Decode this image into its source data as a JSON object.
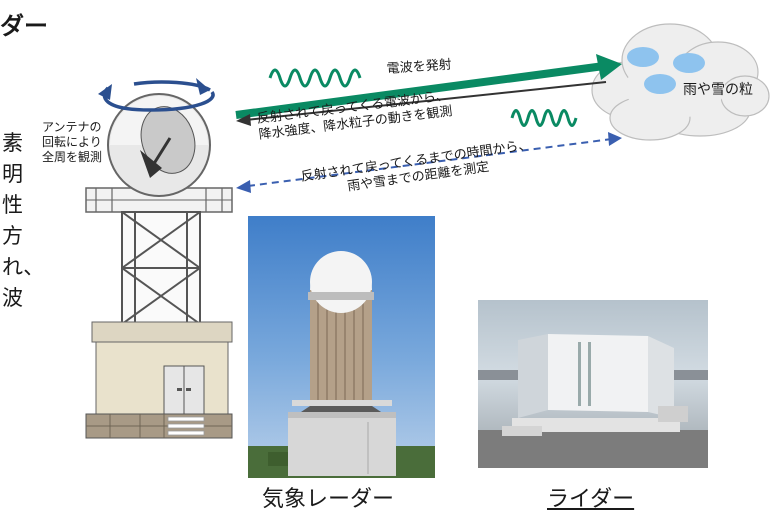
{
  "title_fragment": "ダー",
  "left_column_chars": [
    "素",
    "明",
    "性",
    "方",
    "れ、",
    "波"
  ],
  "antenna_label": [
    "アンテナの",
    "回転により",
    "全周を観測"
  ],
  "emit_label": "電波を発射",
  "reflect_label": [
    "反射されて戻ってくる電波から、",
    "降水強度、降水粒子の動きを観測"
  ],
  "timing_label": [
    "反射されて戻ってくるまでの時間から、",
    "雨や雪までの距離を測定"
  ],
  "rain_label": "雨や雪の粒",
  "captions": {
    "radar": "気象レーダー",
    "lidar": "ライダー"
  },
  "colors": {
    "beam": "#0a8a63",
    "dashed": "#3a5fb0",
    "rotation": "#2b4f8f",
    "drop": "#8ec3ee"
  },
  "icons": {
    "wave": "sine-wave-icon",
    "rotation": "rotation-arrow-icon"
  }
}
